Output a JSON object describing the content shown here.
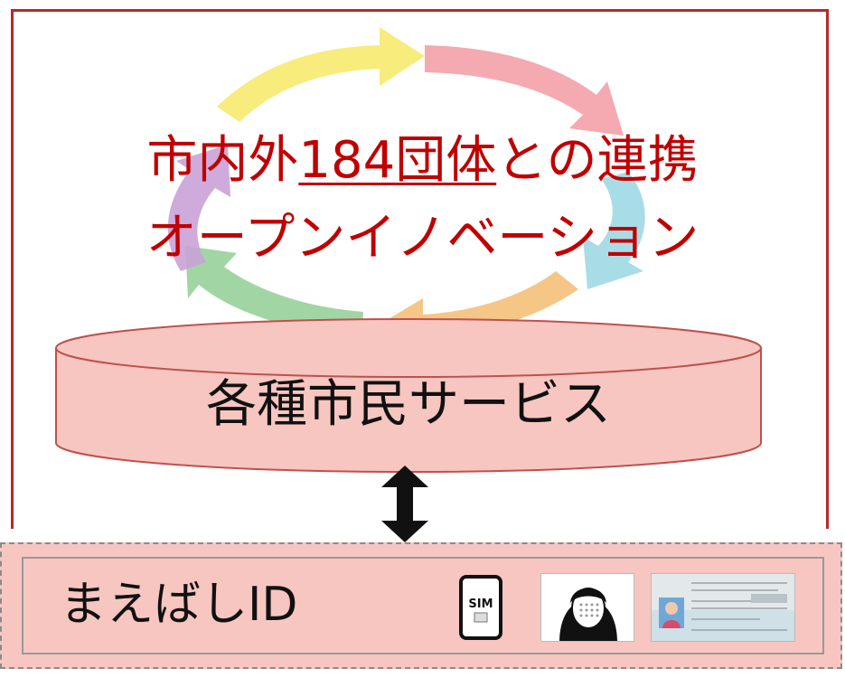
{
  "diagram": {
    "headline_line1_pre": "市内外",
    "headline_line1_number": "184",
    "headline_line1_mid": "団体",
    "headline_line1_post": "との連携",
    "headline_line2": "オープンイノベーション",
    "services_label": "各種市民サービス",
    "id_label": "まえばしID",
    "sim_label": "SIM",
    "cycle_colors": [
      "#f7ea6e",
      "#f4a0a8",
      "#9ed9e6",
      "#f5c07a",
      "#97d29a",
      "#c9a2d6"
    ],
    "accent_color": "#c00000",
    "cylinder_color": "#f7c6c0"
  }
}
